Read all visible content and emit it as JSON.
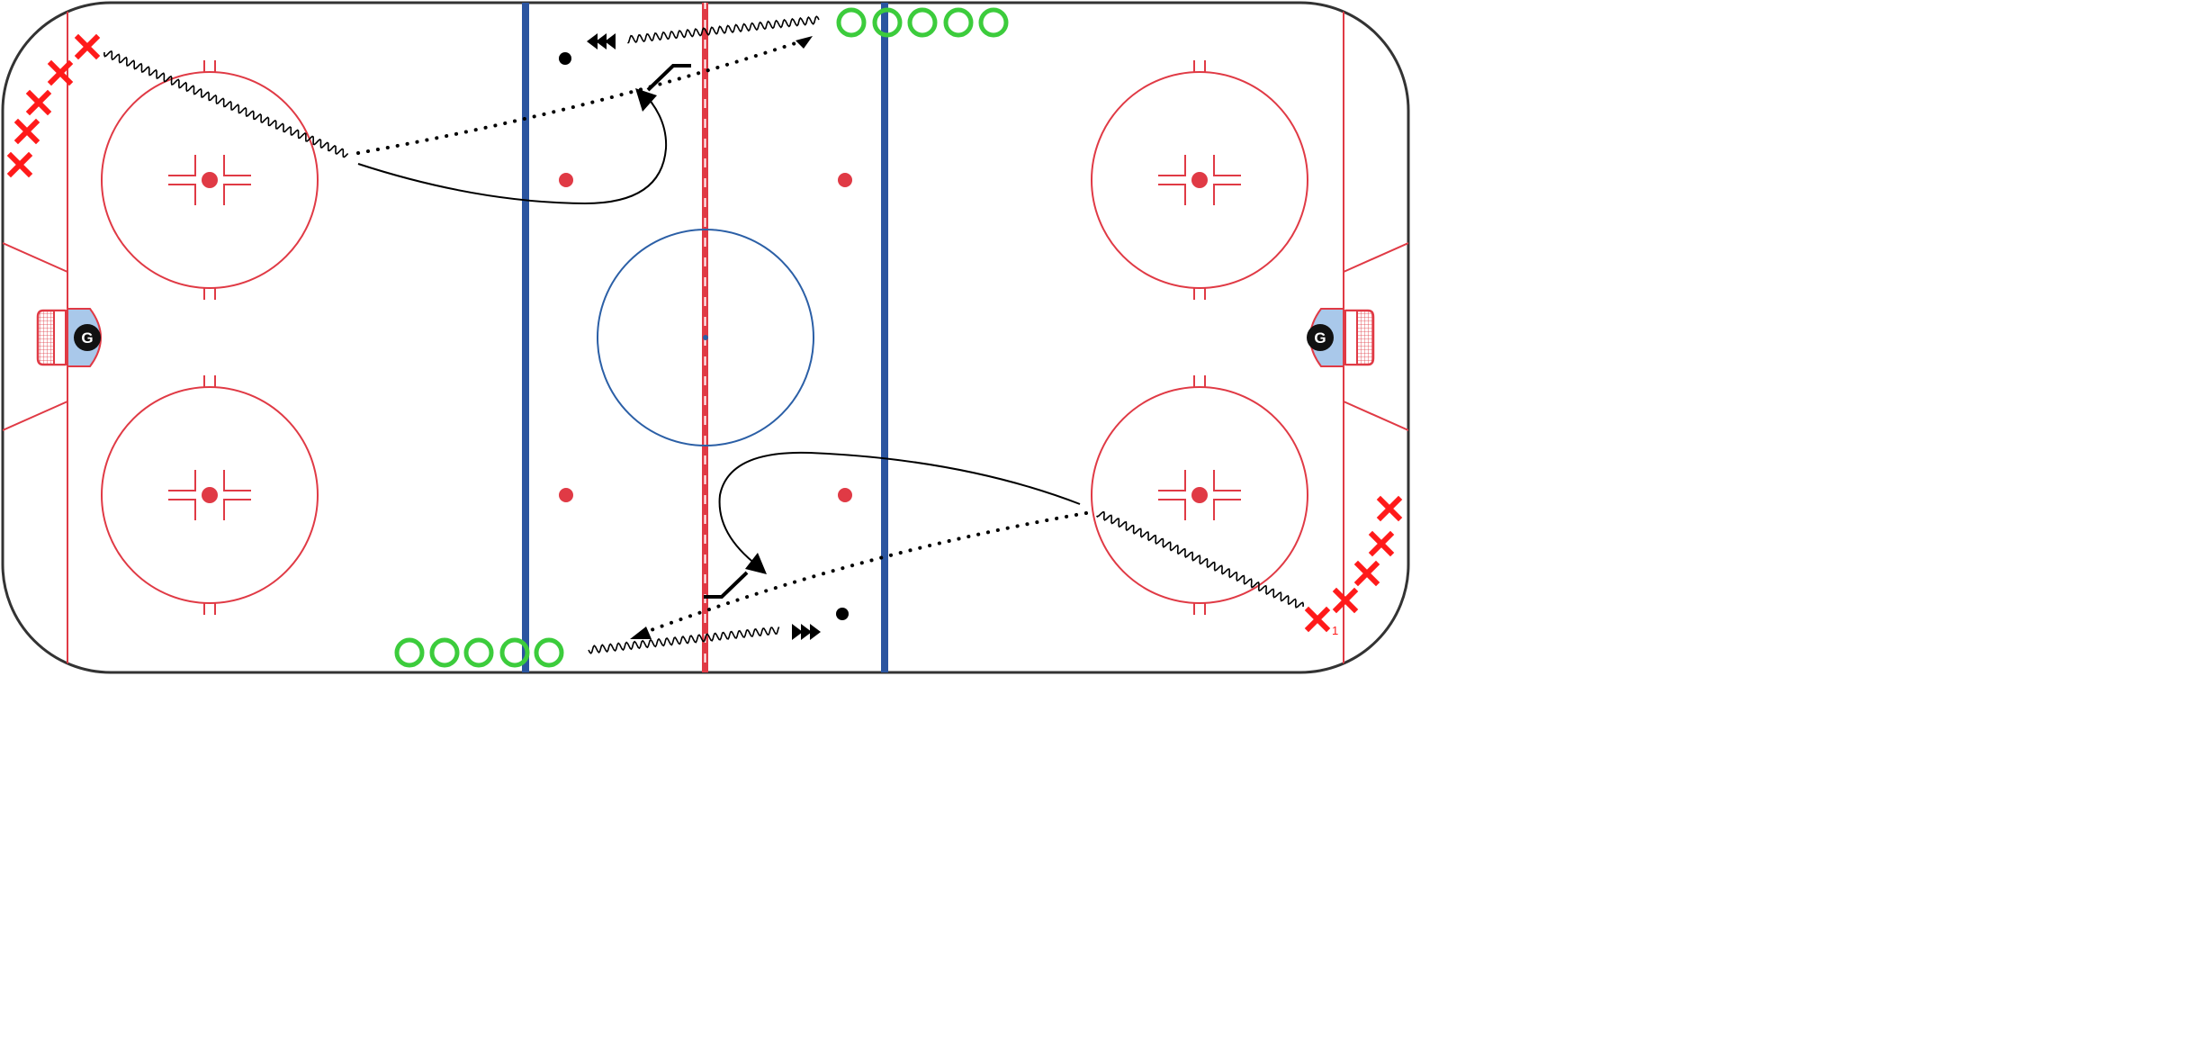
{
  "rink": {
    "board_color": "#333333",
    "red_line_color": "#e03a45",
    "blue_line_color": "#2b55a0",
    "center_circle_color": "#2b5fa6",
    "crease_color": "#a9c8ea",
    "goalie_label": "G",
    "x_marker_color": "#ff1a1a",
    "o_marker_color": "#3ccc3c",
    "path_color": "#000000"
  },
  "players": {
    "left_x_count": 5,
    "right_x_count": 5,
    "top_o_count": 5,
    "bottom_o_count": 5,
    "right_x_number": "1"
  }
}
